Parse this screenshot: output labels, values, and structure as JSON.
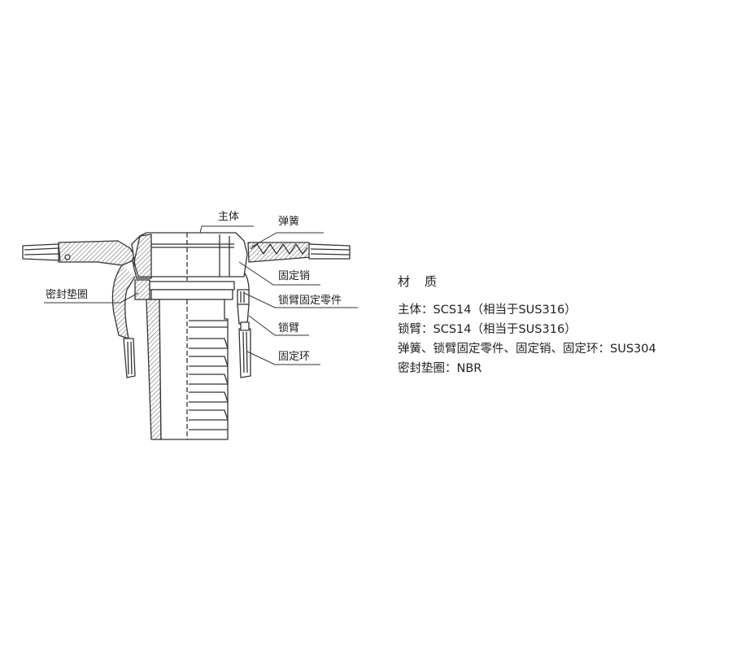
{
  "labels": {
    "main_body": "主体",
    "spring": "弹簧",
    "fixing_pin": "固定销",
    "arm_fixing_part": "锁臂固定零件",
    "lock_arm": "锁臂",
    "fixing_ring": "固定环",
    "gasket": "密封垫圈"
  },
  "materials": {
    "title": "材质",
    "lines": [
      "主体：SCS14（相当于SUS316）",
      "锁臂：SCS14（相当于SUS316）",
      "弹簧、锁臂固定零件、固定销、固定环：SUS304",
      "密封垫圈：NBR"
    ]
  },
  "colors": {
    "line": "#333333",
    "text": "#222222",
    "hatch": "#555555"
  }
}
